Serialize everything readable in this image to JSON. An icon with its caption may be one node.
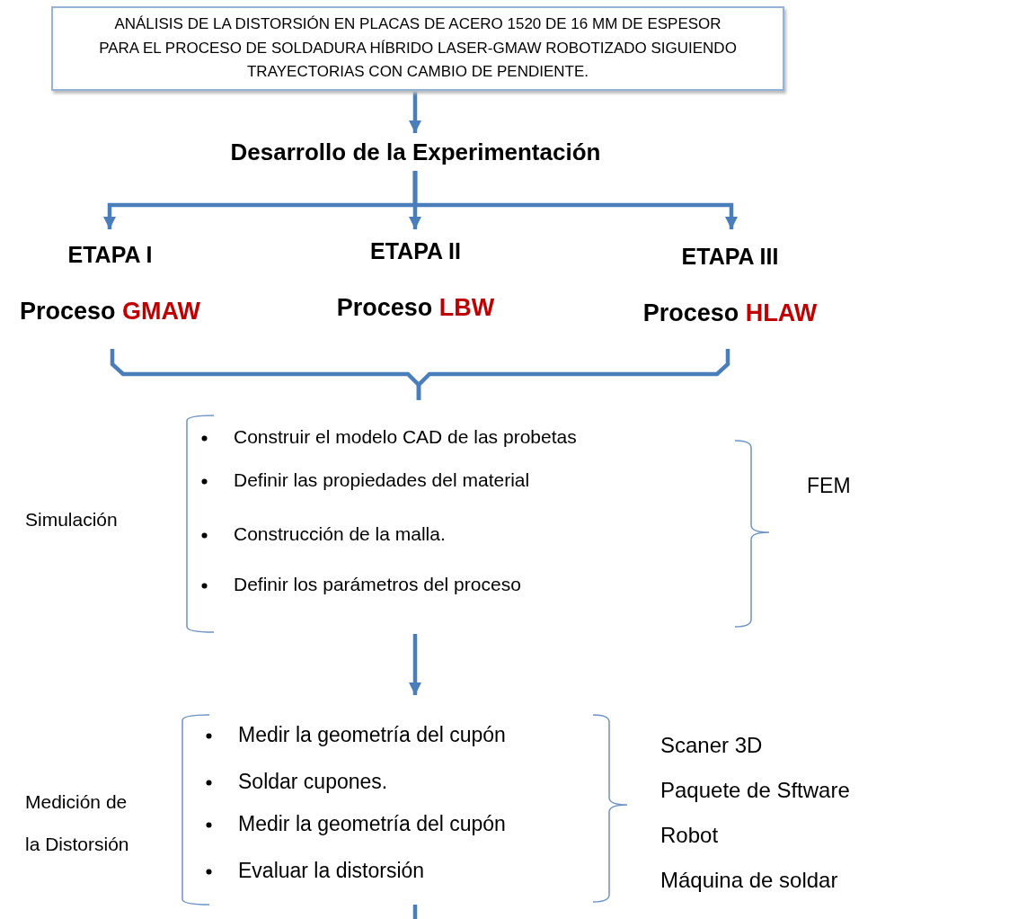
{
  "diagram": {
    "nodes": [
      {
        "text": [
          "ANÁLISIS DE LA DISTORSIÓN EN PLACAS DE ACERO 1520 DE 16 MM DE ESPESOR PARA EL PROCESO DE SOLDADURA HÍBRIDO LASER-GMAW ROBOTIZADO SIGUIENDO TRAYECTORIAS CON CAMBIO DE PENDIENTE."
        ]
      },
      {
        "text": [
          "Desarrollo de la Experimentación"
        ]
      },
      {
        "text": [
          "ETAPA I",
          "Proceso",
          "GMAW"
        ]
      },
      {
        "text": [
          "ETAPA II",
          "Proceso",
          "LBW"
        ]
      },
      {
        "text": [
          "ETAPA III",
          "Proceso",
          "HLAW"
        ]
      },
      {
        "text": [
          "Construir el modelo CAD de las probetas",
          "Definir las propiedades del material",
          "Construcción de la malla.",
          "Definir los parámetros del proceso"
        ]
      },
      {
        "text": [
          "Medir la geometría del cupón",
          "Soldar cupones.",
          "Medir la geometría del cupón",
          "Evaluar la distorsión"
        ]
      }
    ],
    "edges": [
      {
        "from": 0,
        "to": 1,
        "arrow": "to"
      },
      {
        "from": 1,
        "to": 2,
        "arrow": "to"
      },
      {
        "from": 1,
        "to": 3,
        "arrow": "to"
      },
      {
        "from": 1,
        "to": 4,
        "arrow": "to"
      },
      {
        "from": 2,
        "to": 5,
        "arrow": "none"
      },
      {
        "from": 4,
        "to": 5,
        "arrow": "none"
      },
      {
        "from": 5,
        "to": 6,
        "arrow": "to"
      },
      {
        "from": 6,
        "to": null,
        "arrow": "none"
      }
    ],
    "labels": [
      "Simulación",
      "FEM",
      "Medición de la Distorsión",
      "Scaner 3D",
      "Paquete de Sftware",
      "Robot",
      "Máquina de soldar"
    ]
  }
}
